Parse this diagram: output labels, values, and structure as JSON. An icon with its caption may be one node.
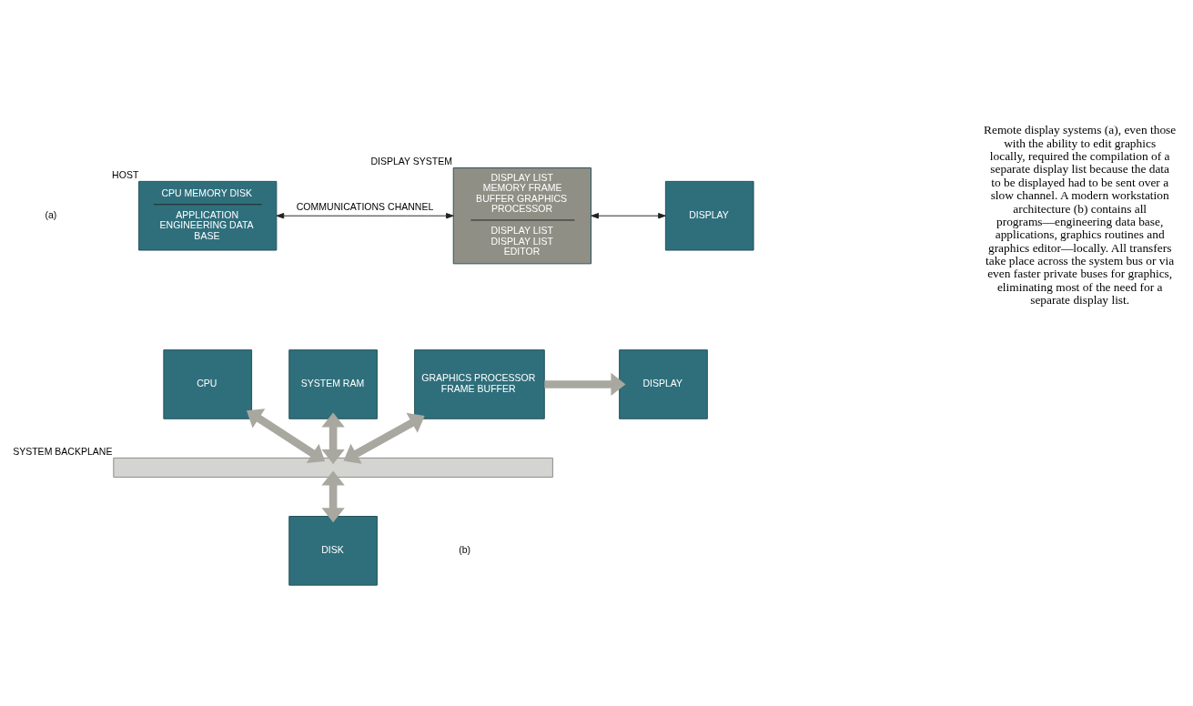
{
  "diagram": {
    "caption": "Remote display systems (a), even those with the ability to edit graphics locally, required the compilation of a separate display list because the data to be displayed had to be sent over a slow channel. A modern workstation architecture (b) contains all programs—engineering data base, applications, graphics routines and graphics editor—locally. All transfers take place across the system bus or via even faster private buses for graphics, eliminating most of the need for a separate display list.",
    "nodes": [
      {
        "text": [
          "CPU MEMORY DISK",
          "APPLICATION ENGINEERING DATA BASE"
        ],
        "beside": [
          "HOST"
        ]
      },
      {
        "text": [
          "DISPLAY LIST MEMORY FRAME BUFFER GRAPHICS PROCESSOR",
          "DISPLAY LIST DISPLAY LIST EDITOR"
        ],
        "beside": [
          "DISPLAY SYSTEM"
        ]
      },
      {
        "text": [
          "DISPLAY"
        ]
      },
      {
        "text": [
          "CPU"
        ]
      },
      {
        "text": [
          "SYSTEM RAM"
        ]
      },
      {
        "text": [
          "GRAPHICS PROCESSOR FRAME BUFFER"
        ]
      },
      {
        "text": [
          "DISPLAY"
        ]
      },
      {
        "text": [],
        "shape": "bar",
        "beside": [
          "SYSTEM BACKPLANE"
        ]
      },
      {
        "text": [
          "DISK"
        ]
      }
    ],
    "edges": [
      {
        "from": 0,
        "to": 1,
        "arrow": "both",
        "label": "COMMUNICATIONS CHANNEL",
        "color": "#222222"
      },
      {
        "from": 1,
        "to": 2,
        "arrow": "both",
        "color": "#222222"
      },
      {
        "from": 5,
        "to": 6,
        "arrow": "to"
      },
      {
        "from": 3,
        "to": 7,
        "arrow": "both"
      },
      {
        "from": 4,
        "to": 7,
        "arrow": "both"
      },
      {
        "from": 5,
        "to": 7,
        "arrow": "both"
      },
      {
        "from": 7,
        "to": 8,
        "arrow": "both"
      }
    ],
    "labels": [
      "(a)",
      "(b)"
    ]
  }
}
